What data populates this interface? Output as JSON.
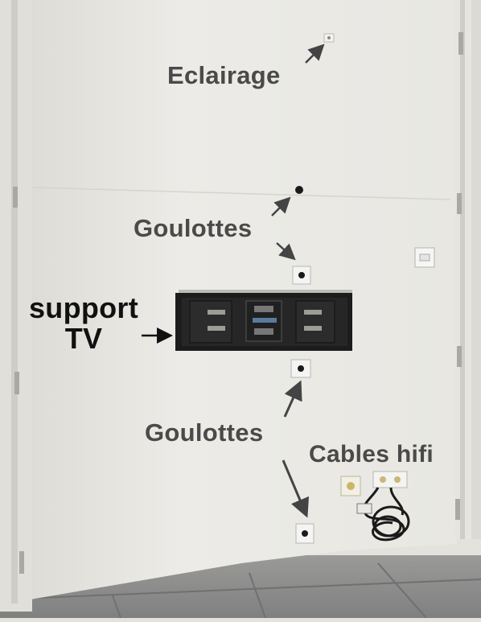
{
  "photo": {
    "labels": {
      "lighting": "Eclairage",
      "conduits_top": "Goulottes",
      "tv_support_line1": "support",
      "tv_support_line2": "TV",
      "conduits_bottom": "Goulottes",
      "hifi_cables": "Cables hifi"
    },
    "colors": {
      "wall": "#ecebe7",
      "floor": "#8d8e8e",
      "bracket": "#1c1c1c",
      "label_grey": "#4a4a4a",
      "label_dark": "#111111"
    }
  }
}
